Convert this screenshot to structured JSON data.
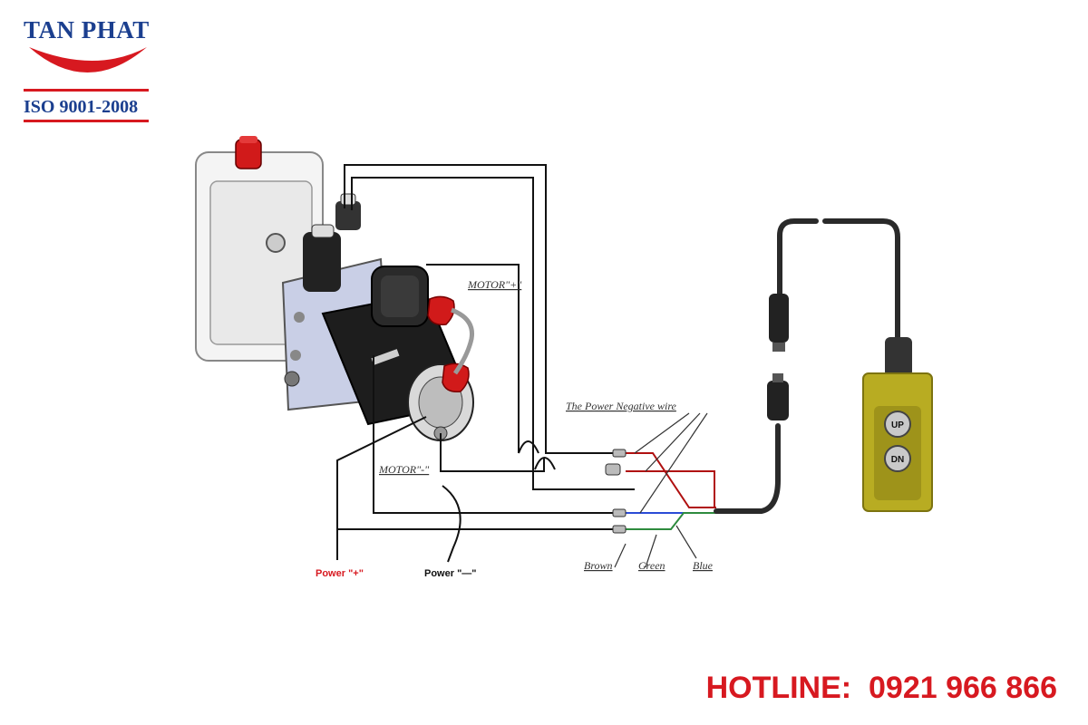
{
  "logo": {
    "name": "TAN PHAT",
    "certification": "ISO 9001-2008",
    "colors": {
      "blue": "#1b3f8f",
      "red": "#d71920"
    }
  },
  "hotline": "HOTLINE:  0921 966 866",
  "diagram": {
    "labels": {
      "motor_plus": "MOTOR\"+\"",
      "motor_minus": "MOTOR\"-\"",
      "negative_wire": "The Power Negative wire",
      "power_plus": "Power \"+\"",
      "power_minus": "Power \"—\"",
      "brown": "Brown",
      "green": "Green",
      "blue": "Blue"
    },
    "pendant": {
      "up": "UP",
      "down": "DN"
    },
    "wire_colors": {
      "brown": "#8b3a1a",
      "green": "#2e8b3e",
      "blue": "#2b4bd6",
      "black": "#111111",
      "red_wire": "#b01010"
    }
  }
}
